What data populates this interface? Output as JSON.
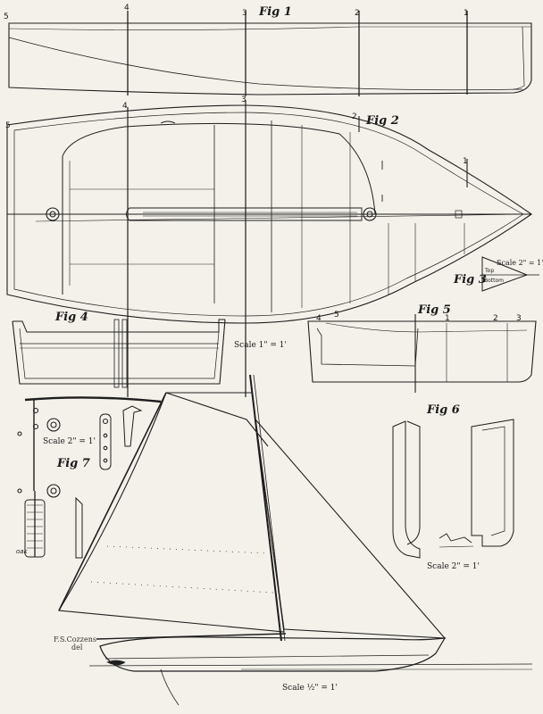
{
  "figures": {
    "fig1": "Fig 1",
    "fig2": "Fig 2",
    "fig3": "Fig 3",
    "fig4": "Fig 4",
    "fig5": "Fig 5",
    "fig6": "Fig 6",
    "fig7": "Fig 7"
  },
  "scales": {
    "fig3": "Scale 2\" = 1'",
    "fig4": "Scale 1\" = 1'",
    "fig6": "Scale 2\" = 1'",
    "fig7": "Scale 2\" = 1'",
    "sail": "Scale ½\" = 1'"
  },
  "station_numbers": {
    "s1": "1",
    "s2": "2",
    "s3": "3",
    "s4": "4",
    "s5": "5"
  },
  "fig3_labels": {
    "top": "Top",
    "bottom": "Bottom"
  },
  "rudder_label": "oak",
  "signature": {
    "line1": "F.S.Cozzens",
    "line2": "del"
  },
  "colors": {
    "paper": "#f4f1ea",
    "ink": "#1e1e1e"
  }
}
